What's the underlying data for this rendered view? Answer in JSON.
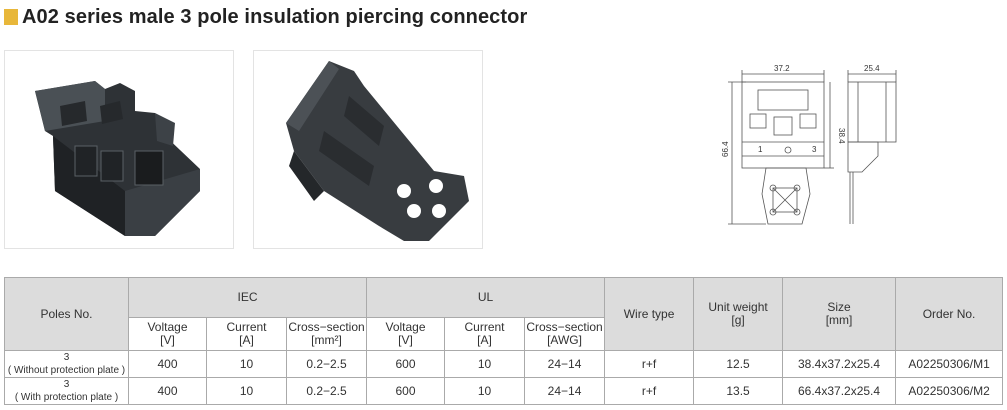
{
  "title": "A02 series male 3 pole insulation  piercing connector",
  "colors": {
    "accent": "#e8b73a",
    "header_bg": "#dcdcdc"
  },
  "drawing": {
    "dim_width": "37.2",
    "dim_depth": "25.4",
    "dim_height_short": "38.4",
    "dim_height_full": "66.4",
    "terminal_left": "1",
    "terminal_right": "3"
  },
  "table": {
    "poles_header": "Poles No.",
    "iec_header": "IEC",
    "ul_header": "UL",
    "wire_type_header": "Wire type",
    "unit_weight_header": {
      "l1": "Unit weight",
      "l2": "[g]"
    },
    "size_header": {
      "l1": "Size",
      "l2": "[mm]"
    },
    "order_header": "Order No.",
    "sub": {
      "iec_voltage": {
        "l1": "Voltage",
        "l2": "[V]"
      },
      "iec_current": {
        "l1": "Current",
        "l2": "[A]"
      },
      "iec_cross": {
        "l1": "Cross−section",
        "l2": "[mm²]"
      },
      "ul_voltage": {
        "l1": "Voltage",
        "l2": "[V]"
      },
      "ul_current": {
        "l1": "Current",
        "l2": "[A]"
      },
      "ul_cross": {
        "l1": "Cross−section",
        "l2": "[AWG]"
      }
    },
    "rows": [
      {
        "poles": "3",
        "plate": "( Without protection plate )",
        "iec_voltage": "400",
        "iec_current": "10",
        "iec_cross": "0.2−2.5",
        "ul_voltage": "600",
        "ul_current": "10",
        "ul_cross": "24−14",
        "wire": "r+f",
        "weight": "12.5",
        "size": "38.4x37.2x25.4",
        "order": "A02250306/M1"
      },
      {
        "poles": "3",
        "plate": "( With protection plate )",
        "iec_voltage": "400",
        "iec_current": "10",
        "iec_cross": "0.2−2.5",
        "ul_voltage": "600",
        "ul_current": "10",
        "ul_cross": "24−14",
        "wire": "r+f",
        "weight": "13.5",
        "size": "66.4x37.2x25.4",
        "order": "A02250306/M2"
      }
    ]
  }
}
